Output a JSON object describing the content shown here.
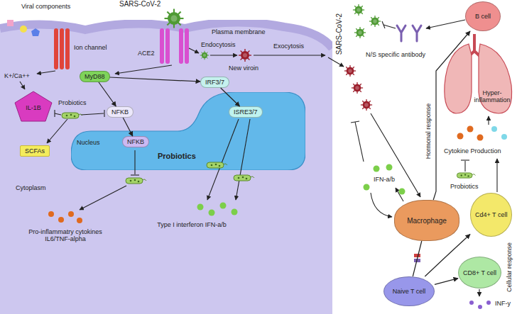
{
  "diagram": {
    "nodes": [
      {
        "text": [
          "Plasma membrane",
          "Cytoplasm"
        ]
      },
      {
        "text": [
          "IL-1B"
        ],
        "in": 0
      },
      {
        "text": [
          "SCFAs"
        ],
        "in": 0
      },
      {
        "text": [
          "MyD88"
        ],
        "in": 0
      },
      {
        "text": [
          "NFKB"
        ],
        "in": 0
      },
      {
        "text": [
          "IRF3/7"
        ],
        "in": 0
      },
      {
        "text": [
          "Nucleus"
        ],
        "in": 0
      },
      {
        "text": [
          "NFKB"
        ],
        "in": 6
      },
      {
        "text": [
          "ISRE3/7"
        ],
        "in": 6
      },
      {
        "text": [
          "B cell"
        ]
      },
      {
        "text": [
          "Macrophage"
        ]
      },
      {
        "text": [
          "Cd4+ T cell"
        ]
      },
      {
        "text": [
          "Naive T cell"
        ]
      },
      {
        "text": [
          "CD8+ T cell"
        ]
      }
    ],
    "edges": [
      {
        "from": 3,
        "to": 4,
        "arrow": "to"
      },
      {
        "from": 3,
        "to": 5,
        "arrow": "to"
      },
      {
        "from": 4,
        "to": 7,
        "arrow": "to"
      },
      {
        "from": 5,
        "to": 8,
        "arrow": "to"
      },
      {
        "from": 10,
        "to": 9,
        "arrow": "to"
      },
      {
        "from": 10,
        "to": 12,
        "arrow": "none"
      },
      {
        "from": 12,
        "to": 11,
        "arrow": "to"
      },
      {
        "from": 12,
        "to": 13,
        "arrow": "to"
      }
    ],
    "labels": [
      "Viral components",
      "Ion channel",
      "K+/Ca++",
      "Probiotics",
      "SARS-CoV-2",
      "ACE2",
      "Endocytosis",
      "New viroin",
      "Exocytosis",
      "Probiotics",
      "Pro-inflammatry cytokines IL6/TNF-alpha",
      "Type I interferon IFN-a/b",
      "SARS-CoV-2",
      "N/S specific antibody",
      "Hyper- inflammation",
      "IFN-a/b",
      "Cytokine Production",
      "Hormonal response",
      "Probiotics",
      "Cellular response",
      "INF-y"
    ]
  }
}
